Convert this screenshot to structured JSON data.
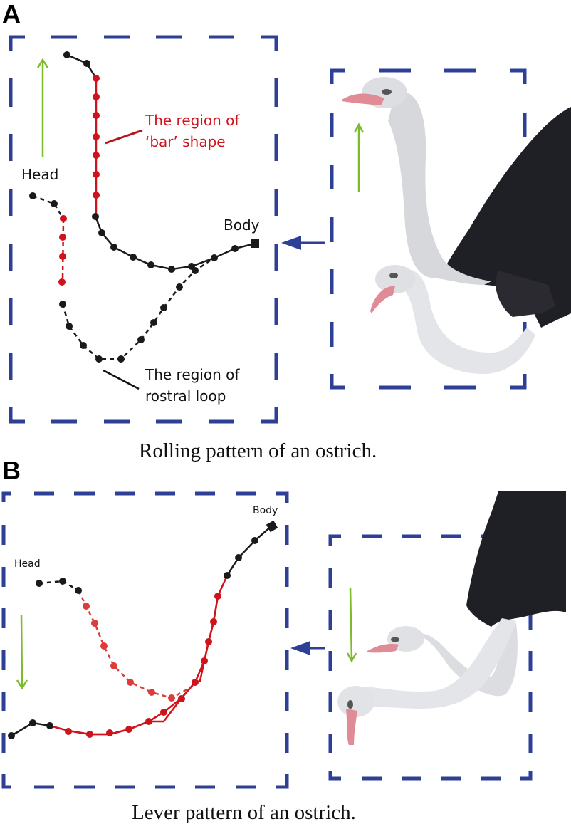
{
  "panels": {
    "A": {
      "letter": "A",
      "labels": {
        "head": "Head",
        "body": "Body",
        "bar_region_line1": "The region of",
        "bar_region_line2": "‘bar’ shape",
        "loop_region_line1": "The region of",
        "loop_region_line2": "rostral loop"
      },
      "caption": "Rolling pattern of an ostrich.",
      "direction_arrow": "up"
    },
    "B": {
      "letter": "B",
      "labels": {
        "head": "Head",
        "body": "Body"
      },
      "caption": "Lever pattern of an ostrich.",
      "direction_arrow": "down"
    }
  },
  "colors": {
    "frame_blue": "#2e3f96",
    "accent_red": "#d0121b",
    "light_red": "#dc3c3a",
    "dot_black": "#1a1a1a",
    "arrow_green": "#7cbb2a"
  },
  "images": {
    "A_photo": "ostrich with neck raised upright and lowered in rolling loop",
    "B_photo": "ostrich lowering head down in lever motion"
  }
}
